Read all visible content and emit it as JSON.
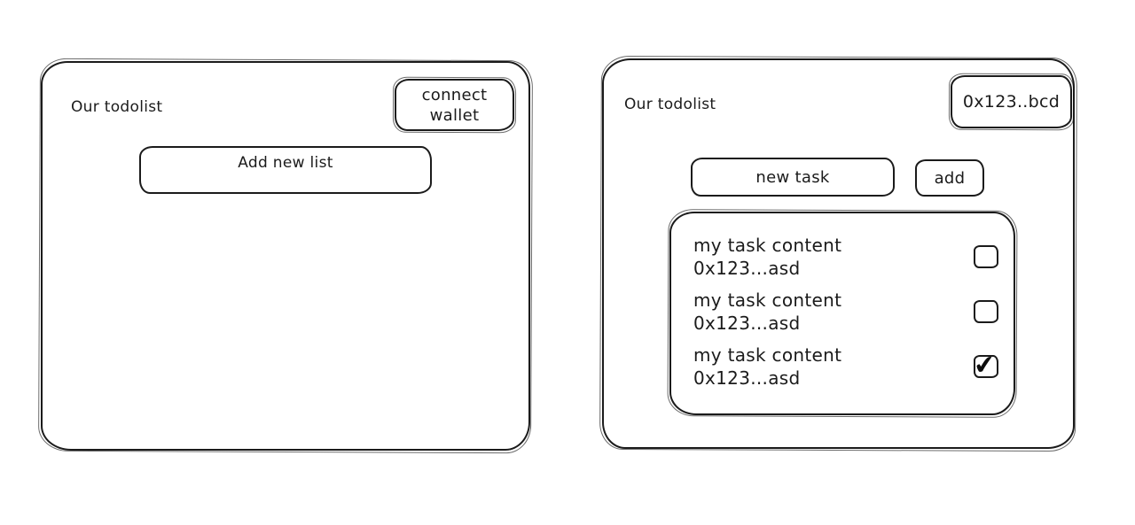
{
  "colors": {
    "ink": "#1b1b1b",
    "background": "#ffffff"
  },
  "left_panel": {
    "title": "Our todolist",
    "connect_wallet_button": {
      "line1": "connect",
      "line2": "wallet"
    },
    "add_new_list_button": "Add new list"
  },
  "right_panel": {
    "title": "Our todolist",
    "wallet_address_button": "0x123..bcd",
    "new_task_input": "new task",
    "add_button": "add",
    "check_icon": "✔",
    "tasks": [
      {
        "content": "my task content",
        "address": "0x123...asd",
        "checked": false
      },
      {
        "content": "my task content",
        "address": "0x123...asd",
        "checked": false
      },
      {
        "content": "my task content",
        "address": "0x123...asd",
        "checked": true
      }
    ]
  }
}
